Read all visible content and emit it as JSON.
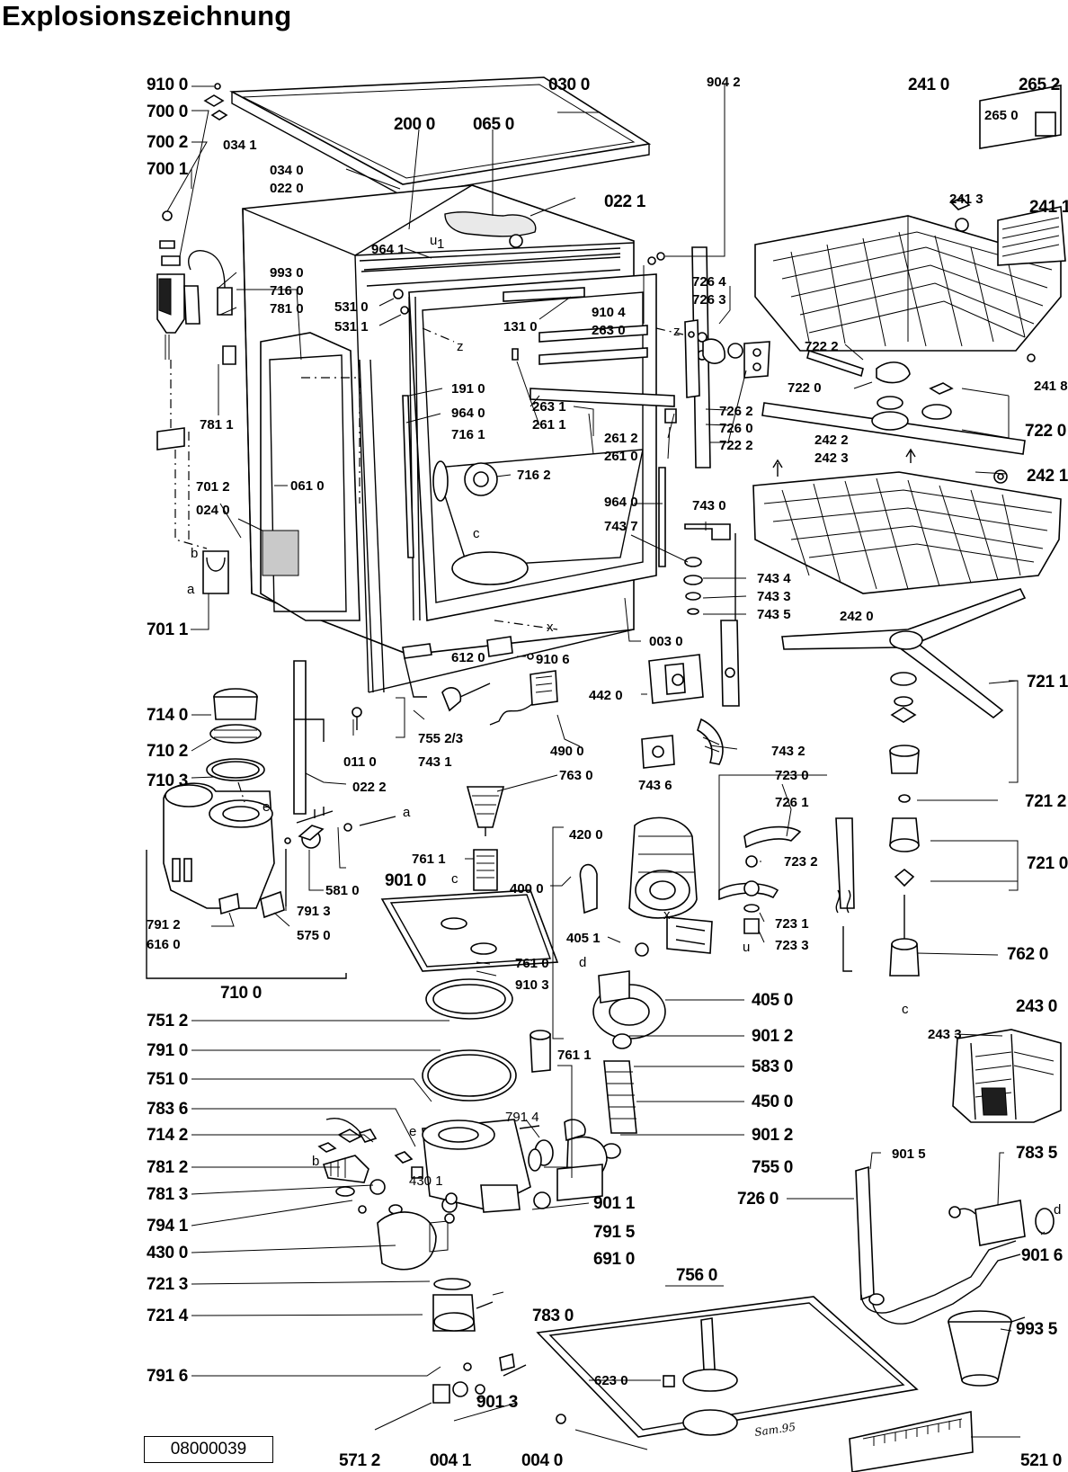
{
  "title": "Explosionszeichnung",
  "document_number": "08000039",
  "signature": "Sam.95",
  "part_labels": {
    "p9100": "910 0",
    "p7000": "700 0",
    "p3410": "034 1",
    "p7002": "700 2",
    "p7001": "700 1",
    "p0300": "030 0",
    "p2000": "200 0",
    "p0650": "065 0",
    "p9042": "904 2",
    "p2410": "241 0",
    "p2652": "265 2",
    "p2650": "265 0",
    "p0340": "034 0",
    "p0220": "022 0",
    "p0221": "022 1",
    "p2413": "241 3",
    "p2411": "241 1",
    "p9641": "964 1",
    "p9930": "993 0",
    "p7160": "716 0",
    "p7810": "781 0",
    "p5310": "531 0",
    "p5311": "531 1",
    "p1310": "131 0",
    "p9104": "910 4",
    "p2630": "263 0",
    "p7264": "726 4",
    "p7263": "726 3",
    "p7222": "722 2",
    "p2418": "241 8",
    "p7811": "781 1",
    "p1910": "191 0",
    "p9640": "964 0",
    "p7161": "716 1",
    "p2631": "263 1",
    "p2611": "261 1",
    "p7220": "722 0",
    "p7262": "726 2",
    "p7260": "726 0",
    "p7221": "722 2",
    "p7225": "722 0",
    "p2612": "261 2",
    "p2610": "261 0",
    "p2422": "242 2",
    "p2423": "242 3",
    "p2421": "242 1",
    "p7012": "701 2",
    "p0610": "061 0",
    "p7162": "716 2",
    "p0240": "024 0",
    "p9642": "964 0",
    "p7430": "743 0",
    "p7437": "743 7",
    "p7434": "743 4",
    "p7433": "743 3",
    "p7435": "743 5",
    "p2420": "242 0",
    "p7011": "701 1",
    "p0030": "003 0",
    "p6120": "612 0",
    "p9106": "910 6",
    "p4420": "442 0",
    "p7211": "721 1",
    "p7140": "714 0",
    "p7102": "710 2",
    "p0110": "011 0",
    "p7552": "755 2/3",
    "p7431": "743 1",
    "p4900": "490 0",
    "p7432": "743 2",
    "p7436": "743 6",
    "p7103": "710 3",
    "p0222": "022 2",
    "p7630": "763 0",
    "p7230": "723 0",
    "p7261": "726 1",
    "p7212": "721 2",
    "p4200": "420 0",
    "p7232": "723 2",
    "p7611": "761 1",
    "p5810": "581 0",
    "p9010": "901 0",
    "p7210": "721 0",
    "p4000": "400 0",
    "p7912": "791 2",
    "p7913": "791 3",
    "p6160": "616 0",
    "p5750": "575 0",
    "p4051": "405 1",
    "p7231": "723 1",
    "p7233": "723 3",
    "p7610": "761 0",
    "p7620": "762 0",
    "p9103": "910 3",
    "p7100": "710 0",
    "p7512": "751 2",
    "p4050": "405 0",
    "p2430": "243 0",
    "p2433": "243 3",
    "p7910": "791 0",
    "p7613": "761 1",
    "p9012": "901 2",
    "p7510": "751 0",
    "p5830": "583 0",
    "p7836": "783 6",
    "p4500": "450 0",
    "p7914": "791 4",
    "p7142": "714 2",
    "p9014": "901 2",
    "p9015": "901 5",
    "p7835": "783 5",
    "p7812": "781 2",
    "p7550": "755 0",
    "p7813": "781 3",
    "p9011": "901 1",
    "p7941": "794 1",
    "p4301": "430 1",
    "p7915": "791 5",
    "p7268": "726 0",
    "p9016": "901 6",
    "p4300": "430 0",
    "p6910": "691 0",
    "p7213": "721 3",
    "p7560": "756 0",
    "p7214": "721 4",
    "p7830": "783 0",
    "p9935": "993 5",
    "p7916": "791 6",
    "p6230": "623 0",
    "p9013": "901 3",
    "p5712": "571 2",
    "p0041": "004 1",
    "p0040": "004 0",
    "p5210": "521 0"
  },
  "letter_marks": {
    "u1": "u",
    "u1sub": "1",
    "z1": "z",
    "z2": "z",
    "b": "b",
    "a": "a",
    "c1": "c",
    "x1": "x",
    "e1": "e",
    "a2": "a",
    "c2": "c",
    "x2": "x",
    "d1": "d",
    "u2": "u",
    "c3": "c",
    "e2": "e",
    "b2": "b",
    "d2": "d"
  }
}
